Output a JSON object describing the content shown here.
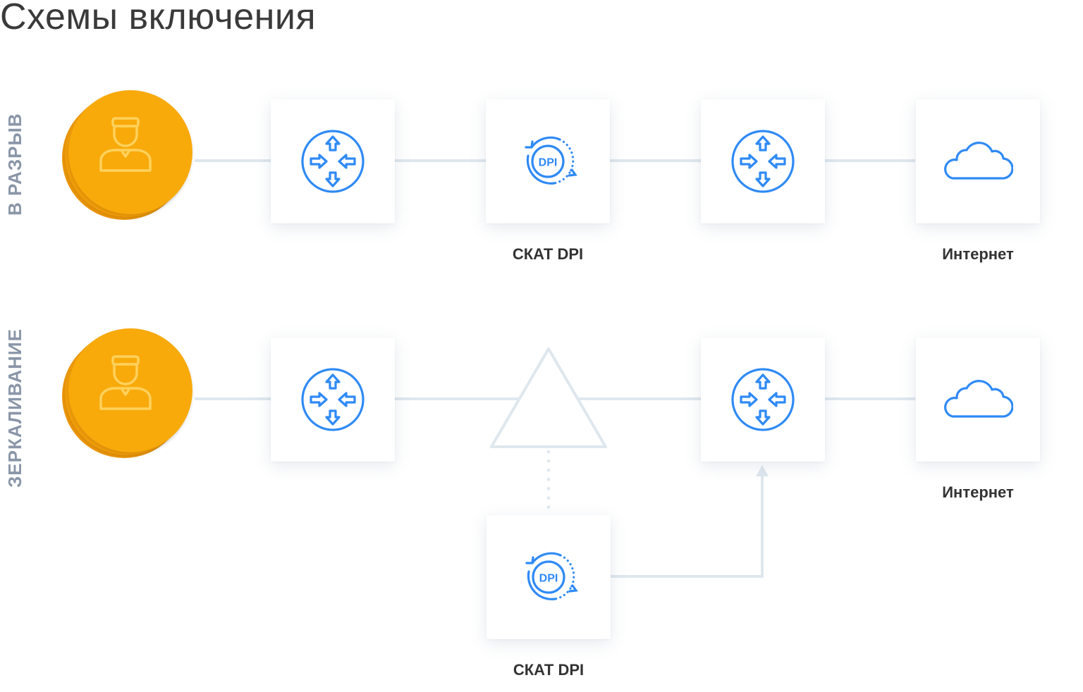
{
  "title": "Схемы включения",
  "schemes": [
    {
      "side_label": "В РАЗРЫВ",
      "dpi_caption": "СКАТ DPI",
      "internet_caption": "Интернет"
    },
    {
      "side_label": "ЗЕРКАЛИВАНИЕ",
      "dpi_caption": "СКАТ DPI",
      "internet_caption": "Интернет"
    }
  ],
  "dpi_badge": "DPI",
  "colors": {
    "accent_blue": "#2f8af5",
    "user_orange": "#f6a50a",
    "line": "#dfe7ee",
    "label_gray": "#8a96a8"
  },
  "icons": [
    "user-icon",
    "router-icon",
    "dpi-icon",
    "cloud-icon",
    "splitter-icon"
  ]
}
